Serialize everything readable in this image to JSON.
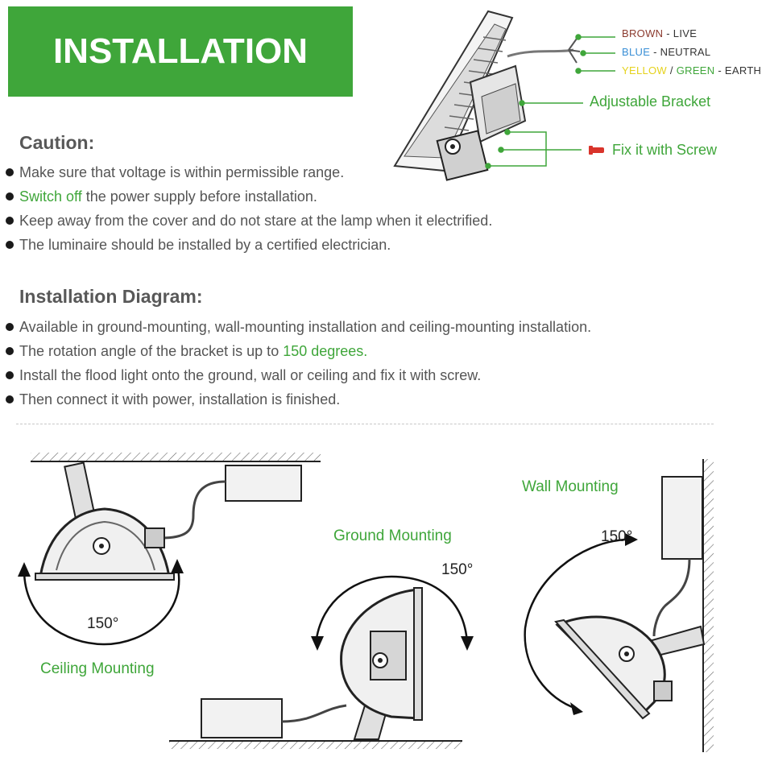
{
  "banner": {
    "title": "INSTALLATION"
  },
  "caution": {
    "heading": "Caution:",
    "items": [
      {
        "pre": "",
        "highlight": "",
        "text": "Make sure that voltage is within permissible range."
      },
      {
        "pre": "",
        "highlight": "Switch off",
        "text": " the power supply before installation."
      },
      {
        "pre": "",
        "highlight": "",
        "text": "Keep away from the cover and do not stare at the lamp when it electrified."
      },
      {
        "pre": "",
        "highlight": "",
        "text": "The luminaire should be installed by a certified electrician."
      }
    ]
  },
  "diagram_info": {
    "heading": "Installation Diagram:",
    "items": [
      {
        "pre": "Available in ground-mounting, wall-mounting installation and ceiling-mounting installation.",
        "highlight": ""
      },
      {
        "pre": "The rotation angle of the bracket is up to ",
        "highlight": "150 degrees."
      },
      {
        "pre": "Install the flood light onto the ground, wall or ceiling and fix it with screw.",
        "highlight": ""
      },
      {
        "pre": "Then connect it with power, installation is finished.",
        "highlight": ""
      }
    ]
  },
  "wiring": {
    "brown": "BROWN",
    "live": " - LIVE",
    "blue": "BLUE",
    "neutral": " - NEUTRAL",
    "yellow": "YELLOW",
    "slash": " / ",
    "green": "GREEN",
    "earth": " - EARTH"
  },
  "callouts": {
    "bracket": "Adjustable Bracket",
    "screw": "Fix it with Screw"
  },
  "mounting": {
    "ceiling": "Ceiling Mounting",
    "ground": "Ground Mounting",
    "wall": "Wall Mounting",
    "angle_ceiling": "150°",
    "angle_ground": "150°",
    "angle_wall": "150°"
  },
  "colors": {
    "accent_green": "#3fa63a",
    "wire_brown": "#8b3a2e",
    "wire_blue": "#3a8fd6",
    "wire_yellow": "#e5d21c",
    "screw_red": "#d9342b"
  }
}
